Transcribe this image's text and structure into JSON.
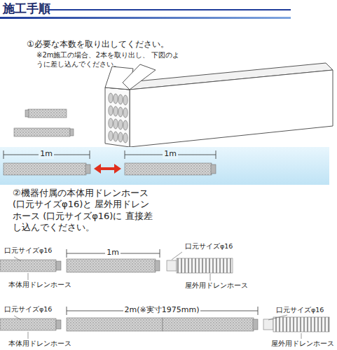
{
  "diagram": {
    "title": "施工手順",
    "labels": [
      "①必要な本数を取り出してください。",
      "※2m施工の場合、2本を取り出し、 下図のように差し込んでください。",
      "1m",
      "1m",
      "②機器付属の本体用ドレンホース (口元サイズφ16)と 屋外用ドレンホース (口元サイズφ16)に 直接差し込んでください。",
      "口元サイズφ16",
      "1m",
      "口元サイズφ16",
      "本体用ドレンホース",
      "屋外用ドレンホース",
      "口元サイズφ16",
      "2m(※実寸1975mm)",
      "口元サイズφ16",
      "本体用ドレンホース",
      "屋外用ドレンホース"
    ]
  }
}
